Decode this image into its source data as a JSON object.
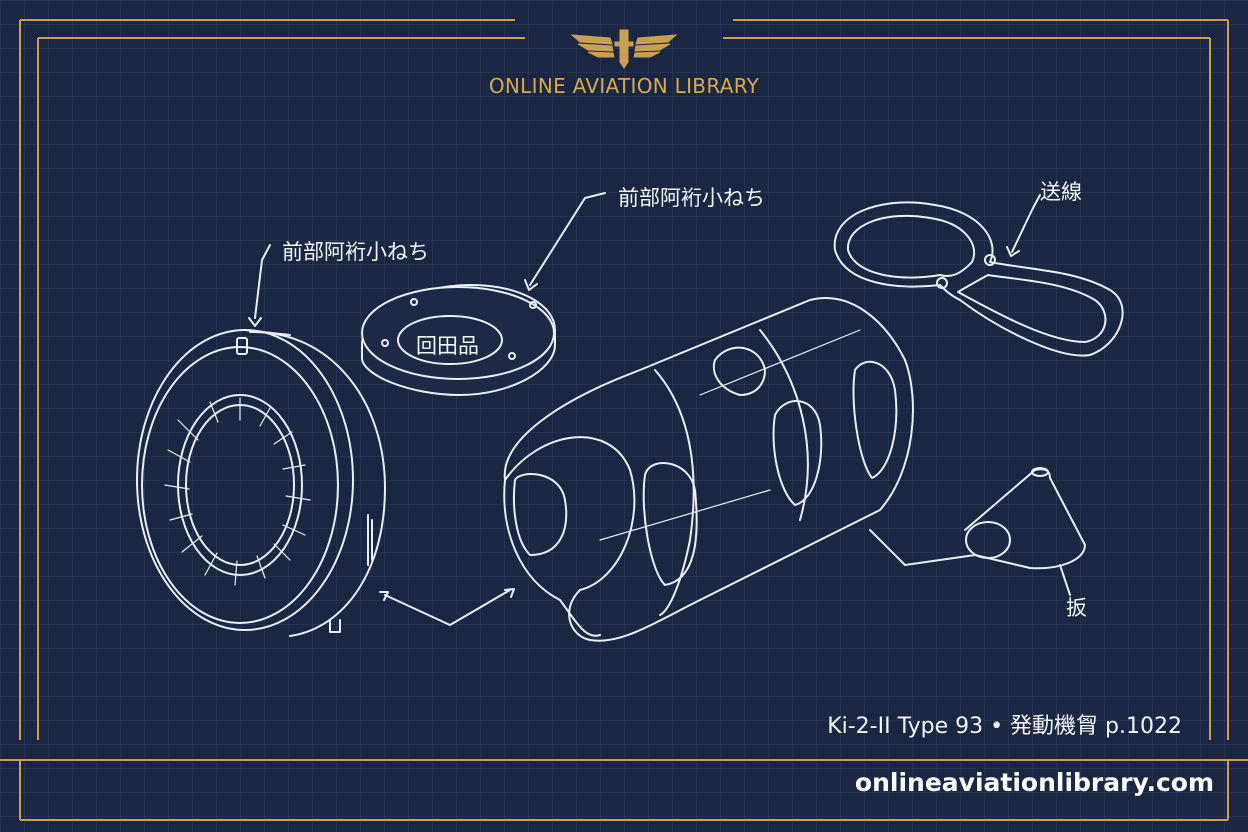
{
  "header": {
    "library_name": "ONLINE AVIATION LIBRARY",
    "logo_icon": "winged-emblem-icon"
  },
  "labels": {
    "engine_ring": "前部阿裄小ねち",
    "front_plate": "前部阿裄小ねち",
    "plate_center": "回田品",
    "bracket": "送線",
    "spinner": "扳"
  },
  "caption": {
    "text": "Ki-2-II Type 93 • 発動機胷  p.1022"
  },
  "footer": {
    "url": "onlineaviationlibrary.com"
  },
  "colors": {
    "background": "#1b2642",
    "gold": "#c9a052",
    "line": "#e9eef6"
  }
}
